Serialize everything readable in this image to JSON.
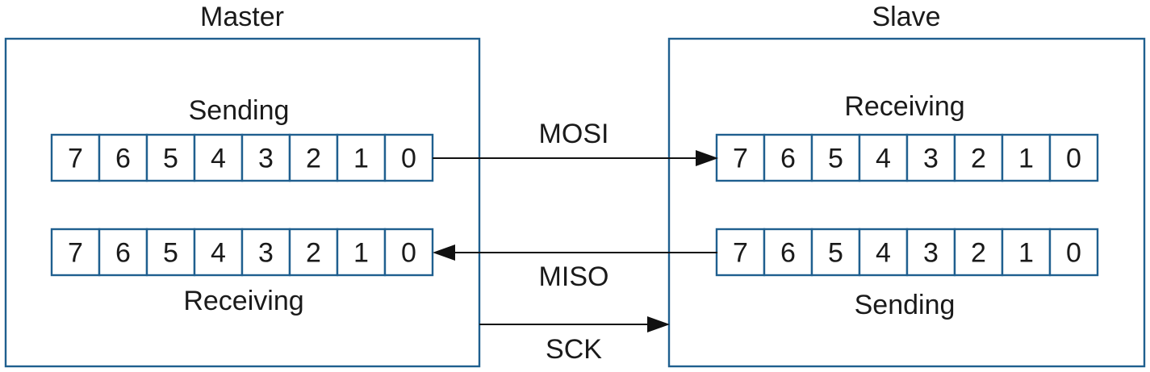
{
  "master": {
    "title": "Master",
    "send_label": "Sending",
    "receive_label": "Receiving",
    "send_register_bits": [
      "7",
      "6",
      "5",
      "4",
      "3",
      "2",
      "1",
      "0"
    ],
    "receive_register_bits": [
      "7",
      "6",
      "5",
      "4",
      "3",
      "2",
      "1",
      "0"
    ]
  },
  "slave": {
    "title": "Slave",
    "receive_label": "Receiving",
    "send_label": "Sending",
    "receive_register_bits": [
      "7",
      "6",
      "5",
      "4",
      "3",
      "2",
      "1",
      "0"
    ],
    "send_register_bits": [
      "7",
      "6",
      "5",
      "4",
      "3",
      "2",
      "1",
      "0"
    ]
  },
  "signals": {
    "mosi": "MOSI",
    "miso": "MISO",
    "sck": "SCK"
  },
  "colors": {
    "box_stroke": "#1f5f8f",
    "wire": "#111111",
    "text": "#1a1a1a"
  }
}
